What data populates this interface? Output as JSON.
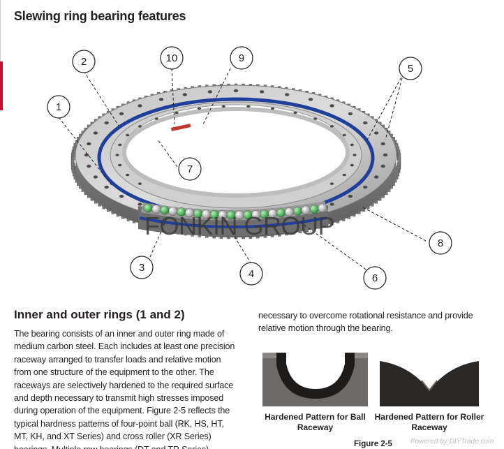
{
  "page": {
    "title": "Slewing ring bearing features",
    "watermark": "FONKIN GROUP",
    "footer_watermark": "Powered by DIYTrade.com"
  },
  "diagram": {
    "callouts": [
      "1",
      "2",
      "3",
      "4",
      "5",
      "6",
      "7",
      "8",
      "9",
      "10"
    ]
  },
  "section": {
    "heading": "Inner and outer rings (1 and 2)",
    "left_text": "The bearing consists of an inner and outer ring made of medium carbon steel.  Each includes at least one precision raceway arranged to transfer loads and relative motion from one structure of the equipment to the other.  The raceways are selectively hardened to the required surface and depth necessary to transmit high stresses imposed during operation of the equipment.  Figure 2-5 reflects the typical hardness patterns of four-point ball (RK, HS, HT, MT, KH, and XT Series) and cross roller (XR Series) bearings. Multiple row bearings (DT and TR Series) receive similar",
    "right_text": "necessary to overcome rotational resistance and provide relative motion through the bearing."
  },
  "figure": {
    "left_caption": "Hardened Pattern for Ball Raceway",
    "right_caption": "Hardened Pattern for Roller Raceway",
    "label": "Figure 2-5"
  }
}
